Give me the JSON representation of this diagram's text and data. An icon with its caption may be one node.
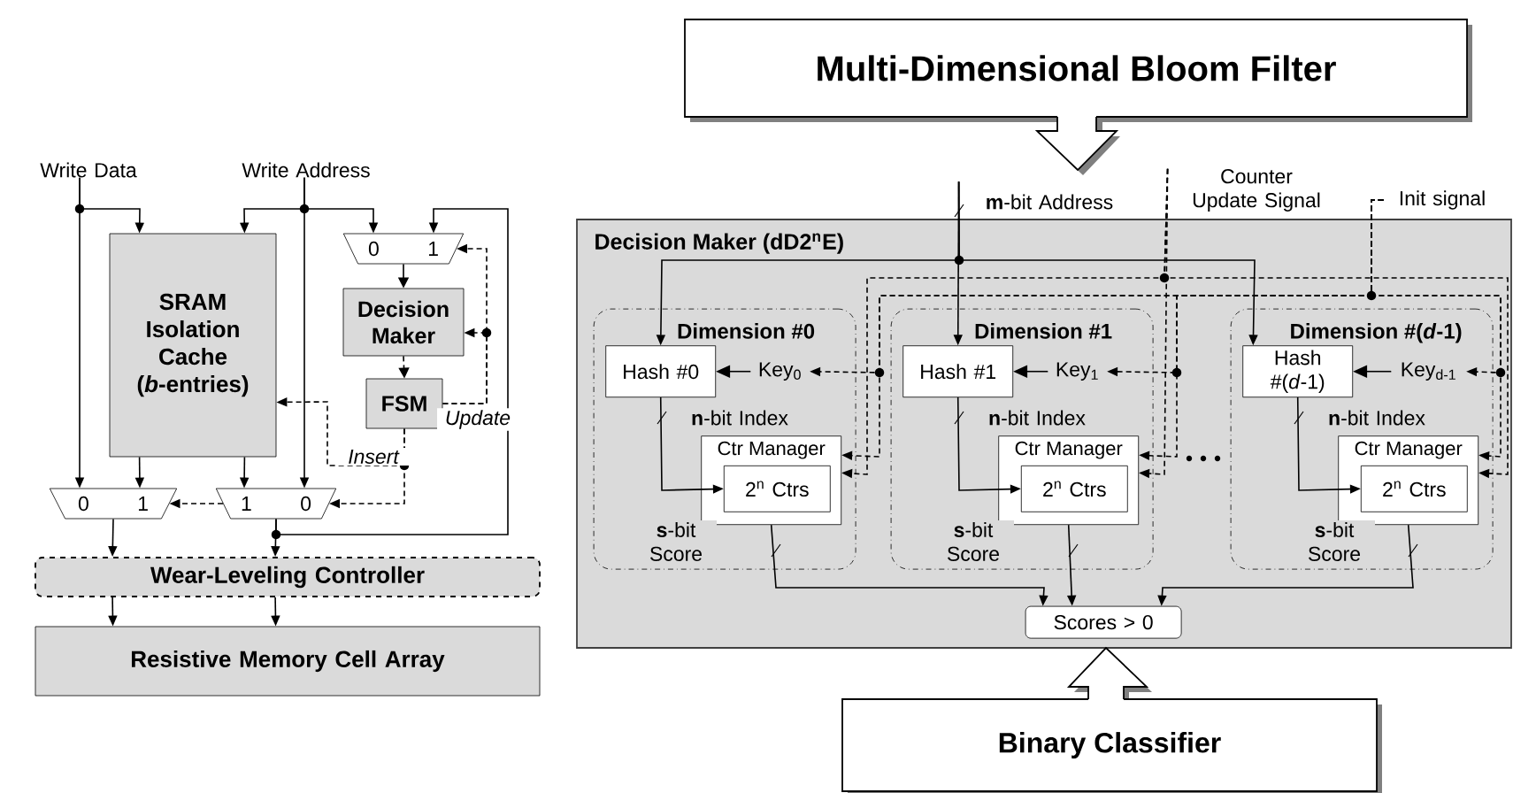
{
  "diagram": {
    "nodes": [
      {
        "text": [
          "Write Data"
        ]
      },
      {
        "text": [
          "Write Address"
        ]
      },
      {
        "text": [
          "SRAM Isolation Cache (*b*-entries)"
        ]
      },
      {
        "text": [
          "0",
          "1"
        ]
      },
      {
        "text": [
          "Decision Maker"
        ]
      },
      {
        "text": [
          "FSM"
        ]
      },
      {
        "text": [
          "0",
          "1"
        ]
      },
      {
        "text": [
          "1",
          "0"
        ]
      },
      {
        "text": [
          "Wear-Leveling Controller"
        ]
      },
      {
        "text": [
          "Resistive Memory Cell Array"
        ]
      },
      {
        "text": [
          "Multi-Dimensional Bloom Filter"
        ]
      },
      {
        "text": [
          "Counter Update Signal"
        ]
      },
      {
        "text": [
          "Init signal"
        ]
      },
      {
        "text": [
          "**m**-bit Address"
        ]
      },
      {
        "text": [
          "Decision Maker (dD2$^{n}$E)"
        ]
      },
      {
        "text": [
          "Dimension #0"
        ],
        "in": 14
      },
      {
        "text": [
          "Hash #0"
        ],
        "in": 15
      },
      {
        "text": [
          "Key$_{0}$"
        ],
        "in": 15
      },
      {
        "text": [
          "Ctr Manager"
        ],
        "in": 15
      },
      {
        "text": [
          "2$^{n}$ Ctrs"
        ],
        "in": 18
      },
      {
        "text": [
          "Dimension #1"
        ],
        "in": 14
      },
      {
        "text": [
          "Hash #1"
        ],
        "in": 20
      },
      {
        "text": [
          "Key$_{1}$"
        ],
        "in": 20
      },
      {
        "text": [
          "Ctr Manager"
        ],
        "in": 20
      },
      {
        "text": [
          "2$^{n}$ Ctrs"
        ],
        "in": 23
      },
      {
        "text": [
          "Dimension #(*d*-1)"
        ],
        "in": 14
      },
      {
        "text": [
          "Hash #(*d*-1)"
        ],
        "in": 25
      },
      {
        "text": [
          "Key$_{d-1}$"
        ],
        "in": 25
      },
      {
        "text": [
          "Ctr Manager"
        ],
        "in": 25
      },
      {
        "text": [
          "2$^{n}$ Ctrs"
        ],
        "in": 28
      },
      {
        "text": [
          "Scores > 0"
        ],
        "in": 14
      },
      {
        "text": [
          "Binary Classifier"
        ]
      }
    ],
    "edges": [
      {
        "from": 0,
        "to": 2,
        "arrow": "to"
      },
      {
        "from": 0,
        "to": 6,
        "arrow": "to"
      },
      {
        "from": 1,
        "to": 2,
        "arrow": "to"
      },
      {
        "from": 1,
        "to": 7,
        "arrow": "to"
      },
      {
        "from": 1,
        "to": 3,
        "arrow": "to"
      },
      {
        "from": 2,
        "to": 6,
        "arrow": "to"
      },
      {
        "from": 2,
        "to": 7,
        "arrow": "to"
      },
      {
        "from": 3,
        "to": 4,
        "arrow": "to"
      },
      {
        "from": 4,
        "to": 5,
        "arrow": "to",
        "style": "dashed"
      },
      {
        "from": 5,
        "to": 2,
        "arrow": "to",
        "style": "dashed",
        "label": "Insert"
      },
      {
        "from": 5,
        "to": 7,
        "arrow": "to",
        "style": "dashed"
      },
      {
        "from": 7,
        "to": 6,
        "arrow": "to",
        "style": "dashed"
      },
      {
        "from": 5,
        "to": 4,
        "arrow": "to",
        "style": "dashed",
        "label": "Update"
      },
      {
        "from": 5,
        "to": 3,
        "arrow": "to",
        "style": "dashed"
      },
      {
        "from": 6,
        "to": 8,
        "arrow": "to"
      },
      {
        "from": 7,
        "to": 8,
        "arrow": "to"
      },
      {
        "from": 7,
        "to": 3,
        "arrow": "to"
      },
      {
        "from": 8,
        "to": 9,
        "arrow": "to"
      },
      {
        "from": 8,
        "to": 9,
        "arrow": "to"
      },
      {
        "from": 13,
        "to": 16,
        "arrow": "to"
      },
      {
        "from": 13,
        "to": 21,
        "arrow": "to"
      },
      {
        "from": 13,
        "to": 26,
        "arrow": "to"
      },
      {
        "from": 17,
        "to": 16,
        "arrow": "to"
      },
      {
        "from": 22,
        "to": 21,
        "arrow": "to"
      },
      {
        "from": 27,
        "to": 26,
        "arrow": "to"
      },
      {
        "from": 16,
        "to": 19,
        "arrow": "to",
        "label": "**n**-bit Index"
      },
      {
        "from": 21,
        "to": 24,
        "arrow": "to",
        "label": "**n**-bit Index"
      },
      {
        "from": 26,
        "to": 29,
        "arrow": "to",
        "label": "**n**-bit Index"
      },
      {
        "from": 18,
        "to": 30,
        "arrow": "to",
        "label": "**s**-bit Score"
      },
      {
        "from": 23,
        "to": 30,
        "arrow": "to",
        "label": "**s**-bit Score"
      },
      {
        "from": 28,
        "to": 30,
        "arrow": "to",
        "label": "**s**-bit Score"
      },
      {
        "from": 11,
        "to": 18,
        "arrow": "to",
        "style": "dashed"
      },
      {
        "from": 11,
        "to": 23,
        "arrow": "to",
        "style": "dashed"
      },
      {
        "from": 11,
        "to": 28,
        "arrow": "to",
        "style": "dashed"
      },
      {
        "from": 12,
        "to": 17,
        "arrow": "to",
        "style": "dashed"
      },
      {
        "from": 12,
        "to": 22,
        "arrow": "to",
        "style": "dashed"
      },
      {
        "from": 12,
        "to": 27,
        "arrow": "to",
        "style": "dashed"
      },
      {
        "from": 12,
        "to": 18,
        "arrow": "to",
        "style": "dashed"
      },
      {
        "from": 12,
        "to": 23,
        "arrow": "to",
        "style": "dashed"
      },
      {
        "from": 12,
        "to": 28,
        "arrow": "to",
        "style": "dashed"
      }
    ]
  }
}
